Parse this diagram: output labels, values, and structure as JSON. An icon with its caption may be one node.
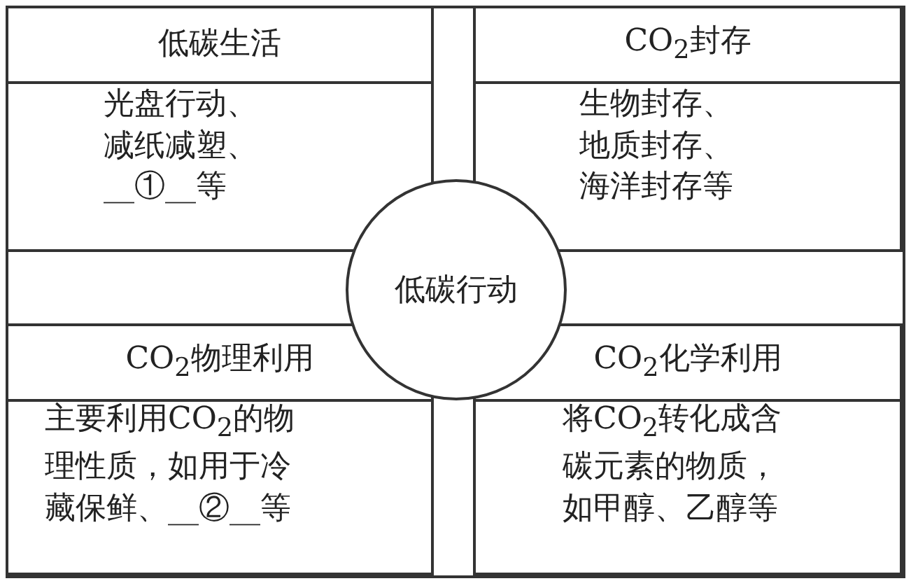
{
  "diagram": {
    "nodes": [
      {
        "text": [
          "低碳行动"
        ]
      },
      {
        "text": [
          "低碳生活",
          "光盘行动、减纸减塑、__①__等"
        ]
      },
      {
        "text": [
          "CO$_{2}$封存",
          "生物封存、地质封存、海洋封存等"
        ]
      },
      {
        "text": [
          "CO$_{2}$物理利用",
          "主要利用CO$_{2}$的物理性质，如用于冷藏保鲜、__②__等"
        ]
      },
      {
        "text": [
          "CO$_{2}$化学利用",
          "将CO$_{2}$转化成含碳元素的物质，如甲醇、乙醇等"
        ]
      }
    ],
    "edges": []
  }
}
